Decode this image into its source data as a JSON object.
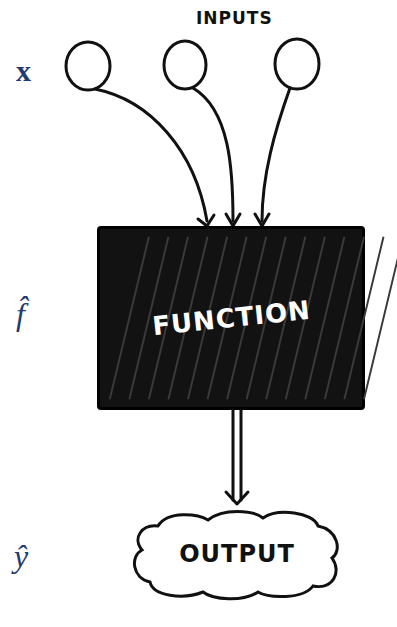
{
  "diagram": {
    "nodes": [
      {
        "text": [
          "FUNCTION"
        ]
      },
      {
        "text": [
          "OUTPUT"
        ]
      }
    ],
    "edges": [
      {
        "from": 0,
        "to": 1,
        "arrow": "to"
      }
    ],
    "labels": [
      "INPUTS",
      "x",
      "f̂",
      "ŷ"
    ]
  }
}
